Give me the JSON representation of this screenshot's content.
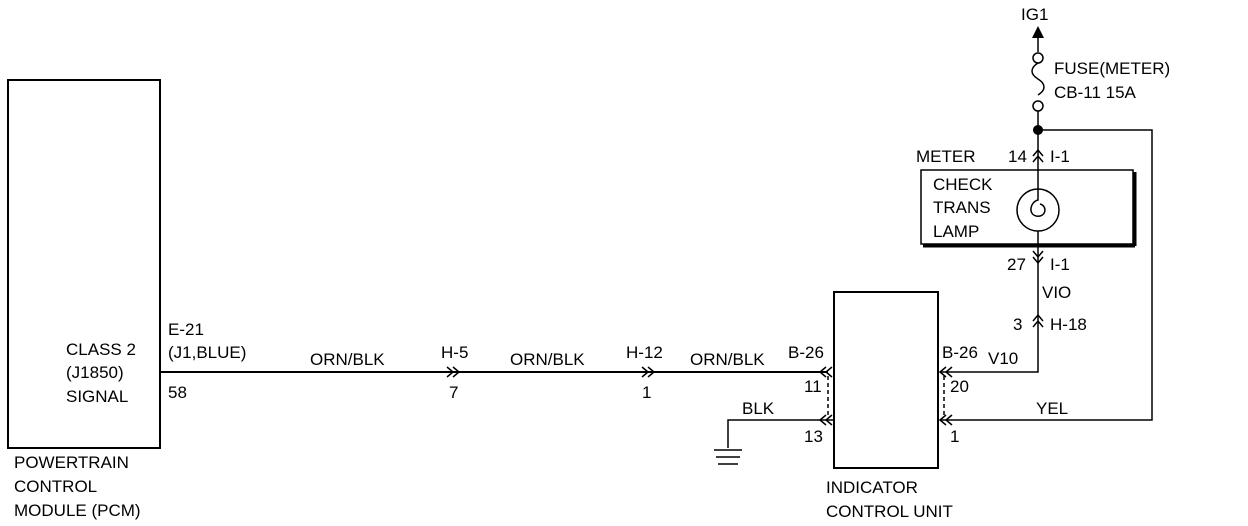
{
  "ig1": "IG1",
  "fuse": {
    "line1": "FUSE(METER)",
    "line2": "CB-11 15A"
  },
  "pcm": {
    "signal": [
      "CLASS 2",
      "(J1850)",
      "SIGNAL"
    ],
    "connector": "E-21",
    "connector_detail": "(J1,BLUE)",
    "pin": "58",
    "name": [
      "POWERTRAIN",
      "CONTROL",
      "MODULE (PCM)"
    ]
  },
  "wires": {
    "orn_blk": "ORN/BLK",
    "blk": "BLK",
    "yel": "YEL",
    "vio": "VIO",
    "v10": "V10"
  },
  "connectors": {
    "h5": {
      "name": "H-5",
      "pin": "7"
    },
    "h12": {
      "name": "H-12",
      "pin": "1"
    },
    "b26_left": {
      "name": "B-26",
      "pin_top": "11",
      "pin_bottom": "13"
    },
    "b26_right": {
      "name": "B-26",
      "pin_top": "20",
      "pin_bottom": "1"
    },
    "h18": {
      "name": "H-18",
      "pin": "3"
    },
    "i1_top": {
      "name": "I-1",
      "pin": "14"
    },
    "i1_bottom": {
      "name": "I-1",
      "pin": "27"
    }
  },
  "meter": {
    "label": "METER",
    "lamp": [
      "CHECK",
      "TRANS",
      "LAMP"
    ]
  },
  "icu": {
    "name": [
      "INDICATOR",
      "CONTROL UNIT"
    ]
  }
}
